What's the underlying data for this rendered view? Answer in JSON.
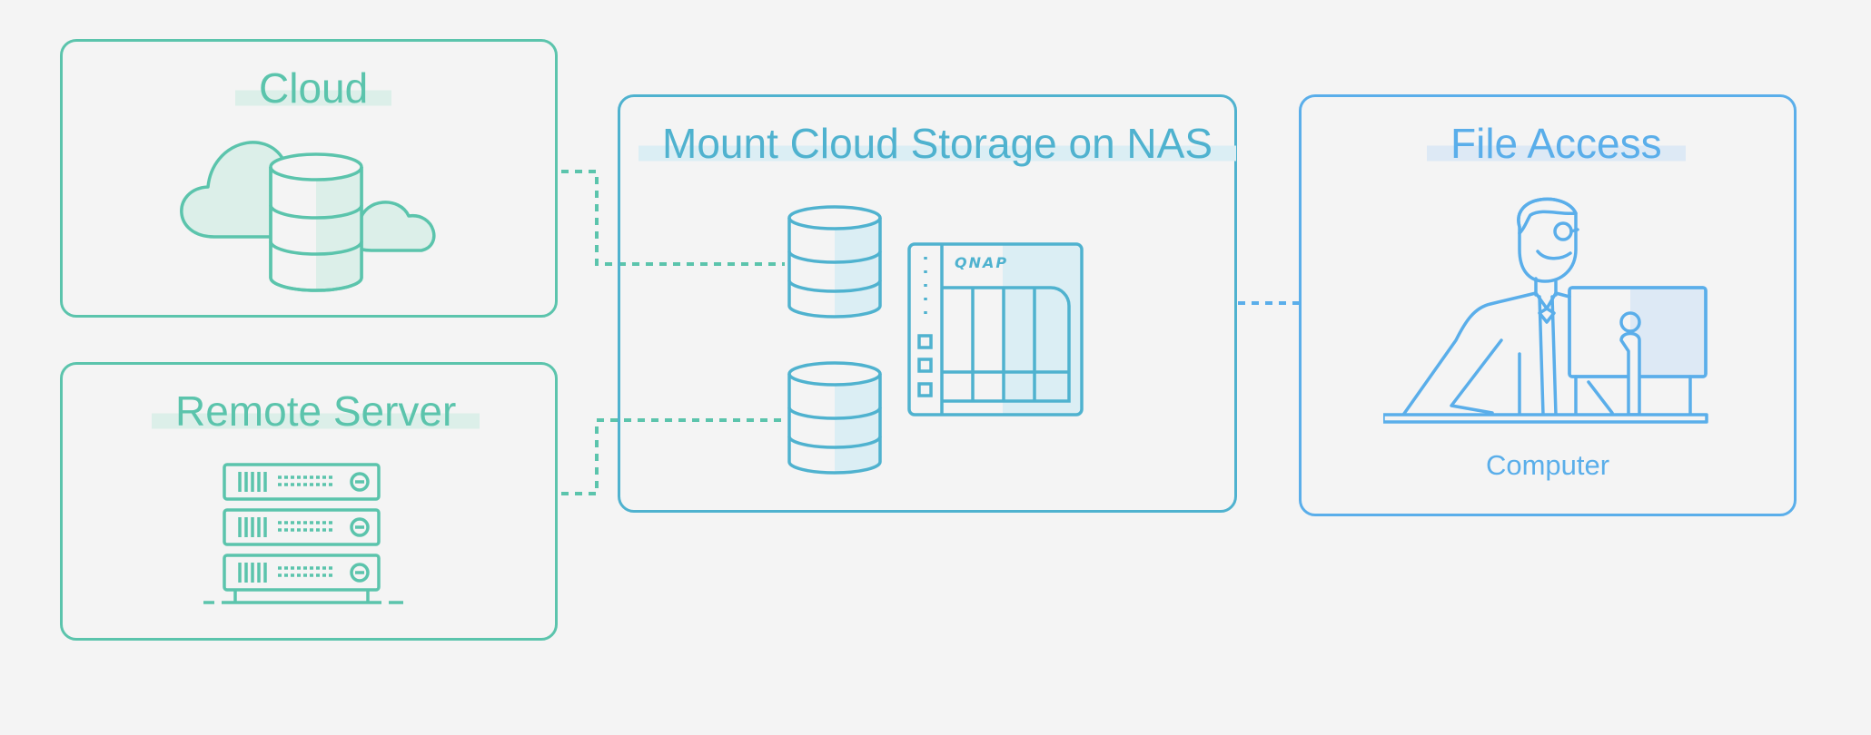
{
  "nodes": {
    "cloud": {
      "title": "Cloud"
    },
    "remote_server": {
      "title": "Remote Server"
    },
    "mount": {
      "title": "Mount Cloud Storage on NAS",
      "nas_brand": "QNAP"
    },
    "file_access": {
      "title": "File Access",
      "device_label": "Computer"
    }
  },
  "colors": {
    "teal": "#5bc4ac",
    "cyan": "#4fb2cf",
    "blue": "#5aaeea",
    "background": "#f4f4f4"
  },
  "icons": {
    "cloud": "cloud-database-icon",
    "remote_server": "server-rack-icon",
    "databases": "database-icon",
    "nas": "nas-device-icon",
    "user": "person-at-computer-icon"
  },
  "connections": [
    {
      "from": "cloud",
      "to": "mount",
      "style": "dotted"
    },
    {
      "from": "remote_server",
      "to": "mount",
      "style": "dotted"
    },
    {
      "from": "mount",
      "to": "file_access",
      "style": "dotted"
    }
  ]
}
